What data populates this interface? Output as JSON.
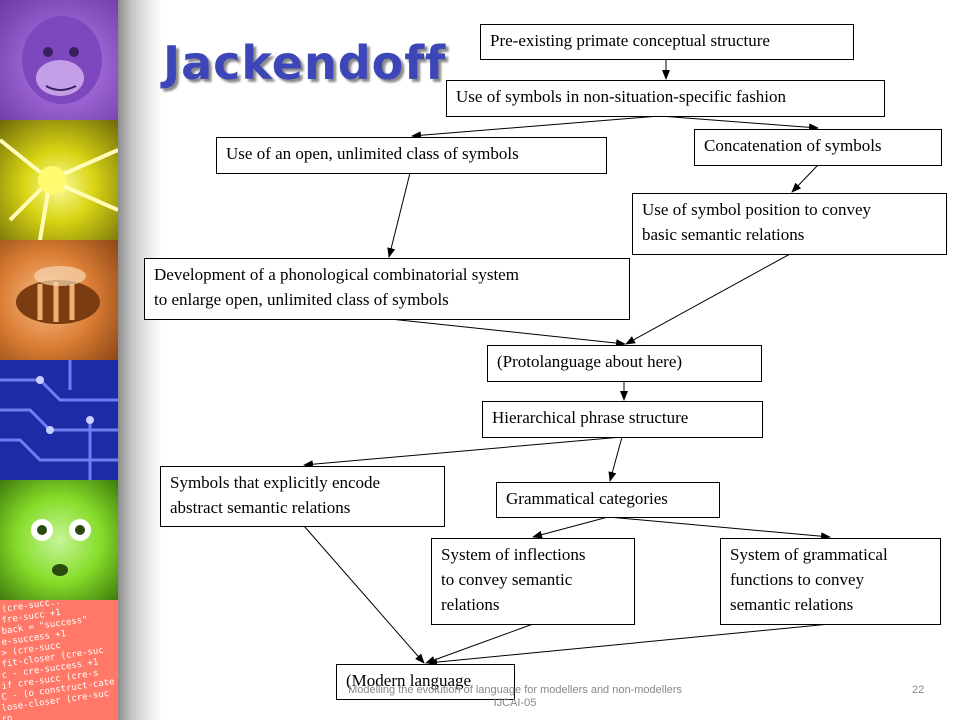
{
  "slide": {
    "title": "Jackendoff",
    "footer": "Modelling the evolution of language for modellers and non-modellers\nIJCAI-05",
    "page_number": "22"
  },
  "sidebar": {
    "panels": [
      {
        "subject": "chimpanzee",
        "color": "#a474d8"
      },
      {
        "subject": "neuron",
        "color": "#e8e81a"
      },
      {
        "subject": "bee",
        "color": "#e3853a"
      },
      {
        "subject": "circuit board",
        "color": "#2a36b8"
      },
      {
        "subject": "baby face",
        "color": "#8ee626"
      },
      {
        "subject": "code",
        "color": "#ff7a6a"
      }
    ],
    "code_lines": [
      "(cre-succ..",
      "fre-succ +1",
      "back = \"success\"",
      "e-success +1",
      "> (cre-succ",
      "fit-closer (cre-suc",
      "c - cre-success +1",
      "if cre-succ (cre-s",
      "C - (o construct-cate",
      "lose-closer (cre-suc",
      "ro"
    ]
  },
  "diagram": {
    "nodes": {
      "pre_existing": "Pre-existing primate conceptual structure",
      "symbols_non_situation": "Use of symbols in non-situation-specific fashion",
      "open_class": "Use of an open, unlimited class of symbols",
      "concatenation": "Concatenation of symbols",
      "symbol_position": "Use of symbol position to convey\nbasic semantic relations",
      "phonological": "Development of a phonological combinatorial system\nto enlarge open, unlimited class of symbols",
      "protolanguage": "(Protolanguage about here)",
      "hierarchical": "Hierarchical phrase structure",
      "explicit_symbols": "Symbols that explicitly encode\nabstract semantic relations",
      "grammatical_categories": "Grammatical categories",
      "inflections": "System of inflections\nto convey semantic\nrelations",
      "grammatical_functions": "System of grammatical\nfunctions to convey\nsemantic relations",
      "modern_language": "(Modern language"
    }
  }
}
